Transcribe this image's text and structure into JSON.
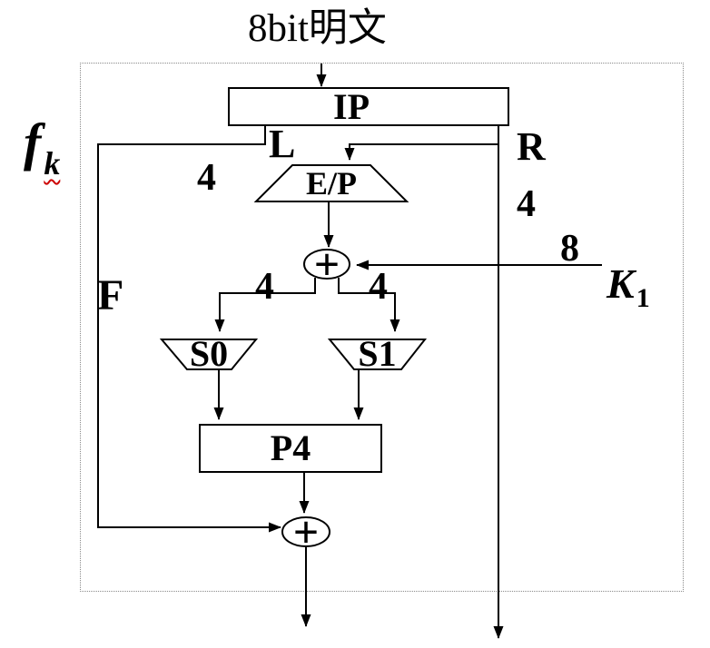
{
  "diagram": {
    "title": "8bit明文",
    "fk": {
      "base": "f",
      "sub": "k"
    },
    "key": {
      "base": "K",
      "sub": "1"
    },
    "blocks": {
      "ip": "IP",
      "ep": "E/P",
      "s0": "S0",
      "s1": "S1",
      "p4": "P4"
    },
    "xor_symbol": "+",
    "wires": {
      "l": "L",
      "r": "R",
      "f": "F",
      "l_bits": "4",
      "r_bits": "4",
      "key_bits": "8",
      "s0_in_bits": "4",
      "s1_in_bits": "4"
    },
    "colors": {
      "line": "#000000",
      "background": "#ffffff",
      "dotted_border": "#8a8a8a",
      "squiggle": "#cc0000"
    }
  }
}
